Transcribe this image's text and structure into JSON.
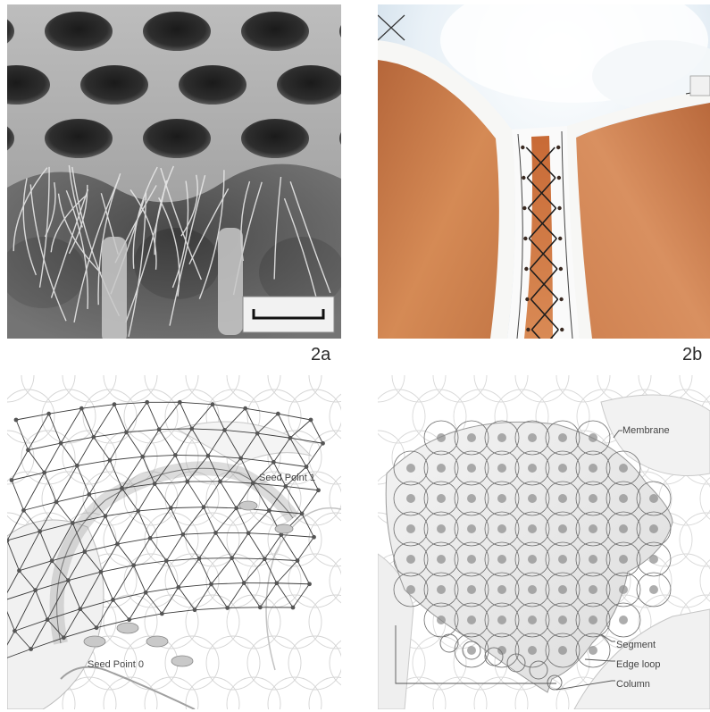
{
  "figure": {
    "panel_labels": {
      "a": "2a",
      "b": "2b"
    },
    "annotations": {
      "seed_point_1": "Seed Point 1",
      "seed_point_0": "Seed Point 0",
      "membrane": "Membrane",
      "segment": "Segment",
      "edge_loop": "Edge loop",
      "column": "Column"
    }
  }
}
